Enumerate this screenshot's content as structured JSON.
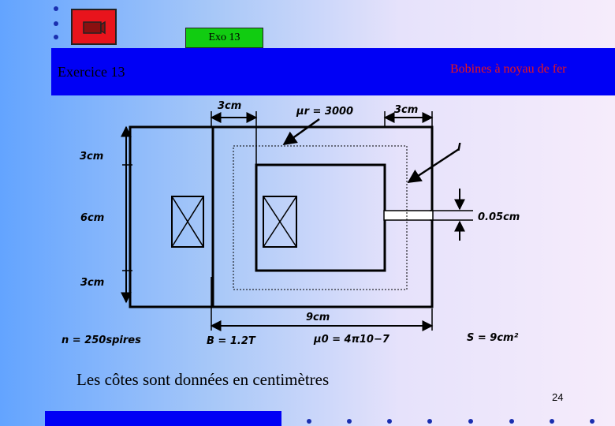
{
  "header": {
    "tab_label": "Exo 13",
    "title": "Exercice 13",
    "subtitle": "Bobines à noyau de fer"
  },
  "diagram": {
    "dim_top_left": "3cm",
    "mu_r": "μr = 3000",
    "dim_top_right": "3cm",
    "dim_left_top": "3cm",
    "dim_left_mid": "6cm",
    "dim_left_bottom": "3cm",
    "current_label": "I",
    "gap_label": "0.05cm",
    "dim_bottom": "9cm",
    "turns": "n = 250spires",
    "field": "B = 1.2T",
    "mu_0": "μ0 = 4π10−7",
    "section": "S = 9cm²"
  },
  "caption": "Les côtes sont données en centimètres",
  "page_number": "24",
  "colors": {
    "blue_bar": "#0000f5",
    "tab_green": "#11cc11",
    "nav_red": "#e8141c",
    "title_red": "#e8141c",
    "dot_blue": "#1a2fb0"
  },
  "icons": {
    "nav": "camera-icon"
  }
}
